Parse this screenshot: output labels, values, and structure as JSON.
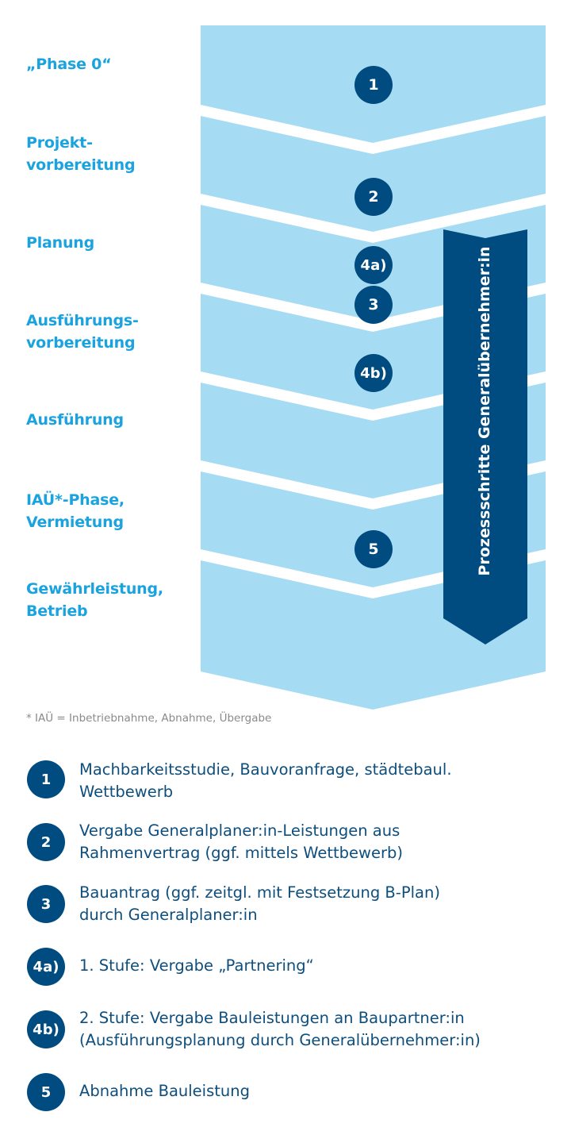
{
  "phases": [
    {
      "label": "„Phase 0“"
    },
    {
      "label": "Projekt-\nvorbereitung"
    },
    {
      "label": "Planung"
    },
    {
      "label": "Ausführungs-\nvorbereitung"
    },
    {
      "label": "Ausführung"
    },
    {
      "label": "IAÜ*-Phase,\nVermietung"
    },
    {
      "label": "Gewährleistung,\nBetrieb"
    }
  ],
  "markers": [
    {
      "id": "1"
    },
    {
      "id": "2"
    },
    {
      "id": "4a)"
    },
    {
      "id": "3"
    },
    {
      "id": "4b)"
    },
    {
      "id": "5"
    }
  ],
  "general_contractor_label": "Prozessschritte Generalübernehmer:in",
  "footnote": "* IAÜ = Inbetriebnahme, Abnahme, Übergabe",
  "legend": [
    {
      "id": "1",
      "text": "Machbarkeitsstudie, Bauvoranfrage, städtebaul.\nWettbewerb"
    },
    {
      "id": "2",
      "text": "Vergabe Generalplaner:in-Leistungen aus\nRahmenvertrag (ggf. mittels Wettbewerb)"
    },
    {
      "id": "3",
      "text": "Bauantrag (ggf. zeitgl. mit Festsetzung B-Plan)\ndurch Generalplaner:in"
    },
    {
      "id": "4a)",
      "text": "1. Stufe: Vergabe „Partnering“"
    },
    {
      "id": "4b)",
      "text": "2. Stufe: Vergabe Bauleistungen an Baupartner:in\n(Ausführungsplanung durch Generalübernehmer:in)"
    },
    {
      "id": "5",
      "text": "Abnahme Bauleistung"
    }
  ],
  "colors": {
    "chevron": "#a6dcf3",
    "badge": "#004b80",
    "label": "#1aa3de",
    "legend_text": "#0d4e7d",
    "footnote": "#8a8a8a"
  }
}
